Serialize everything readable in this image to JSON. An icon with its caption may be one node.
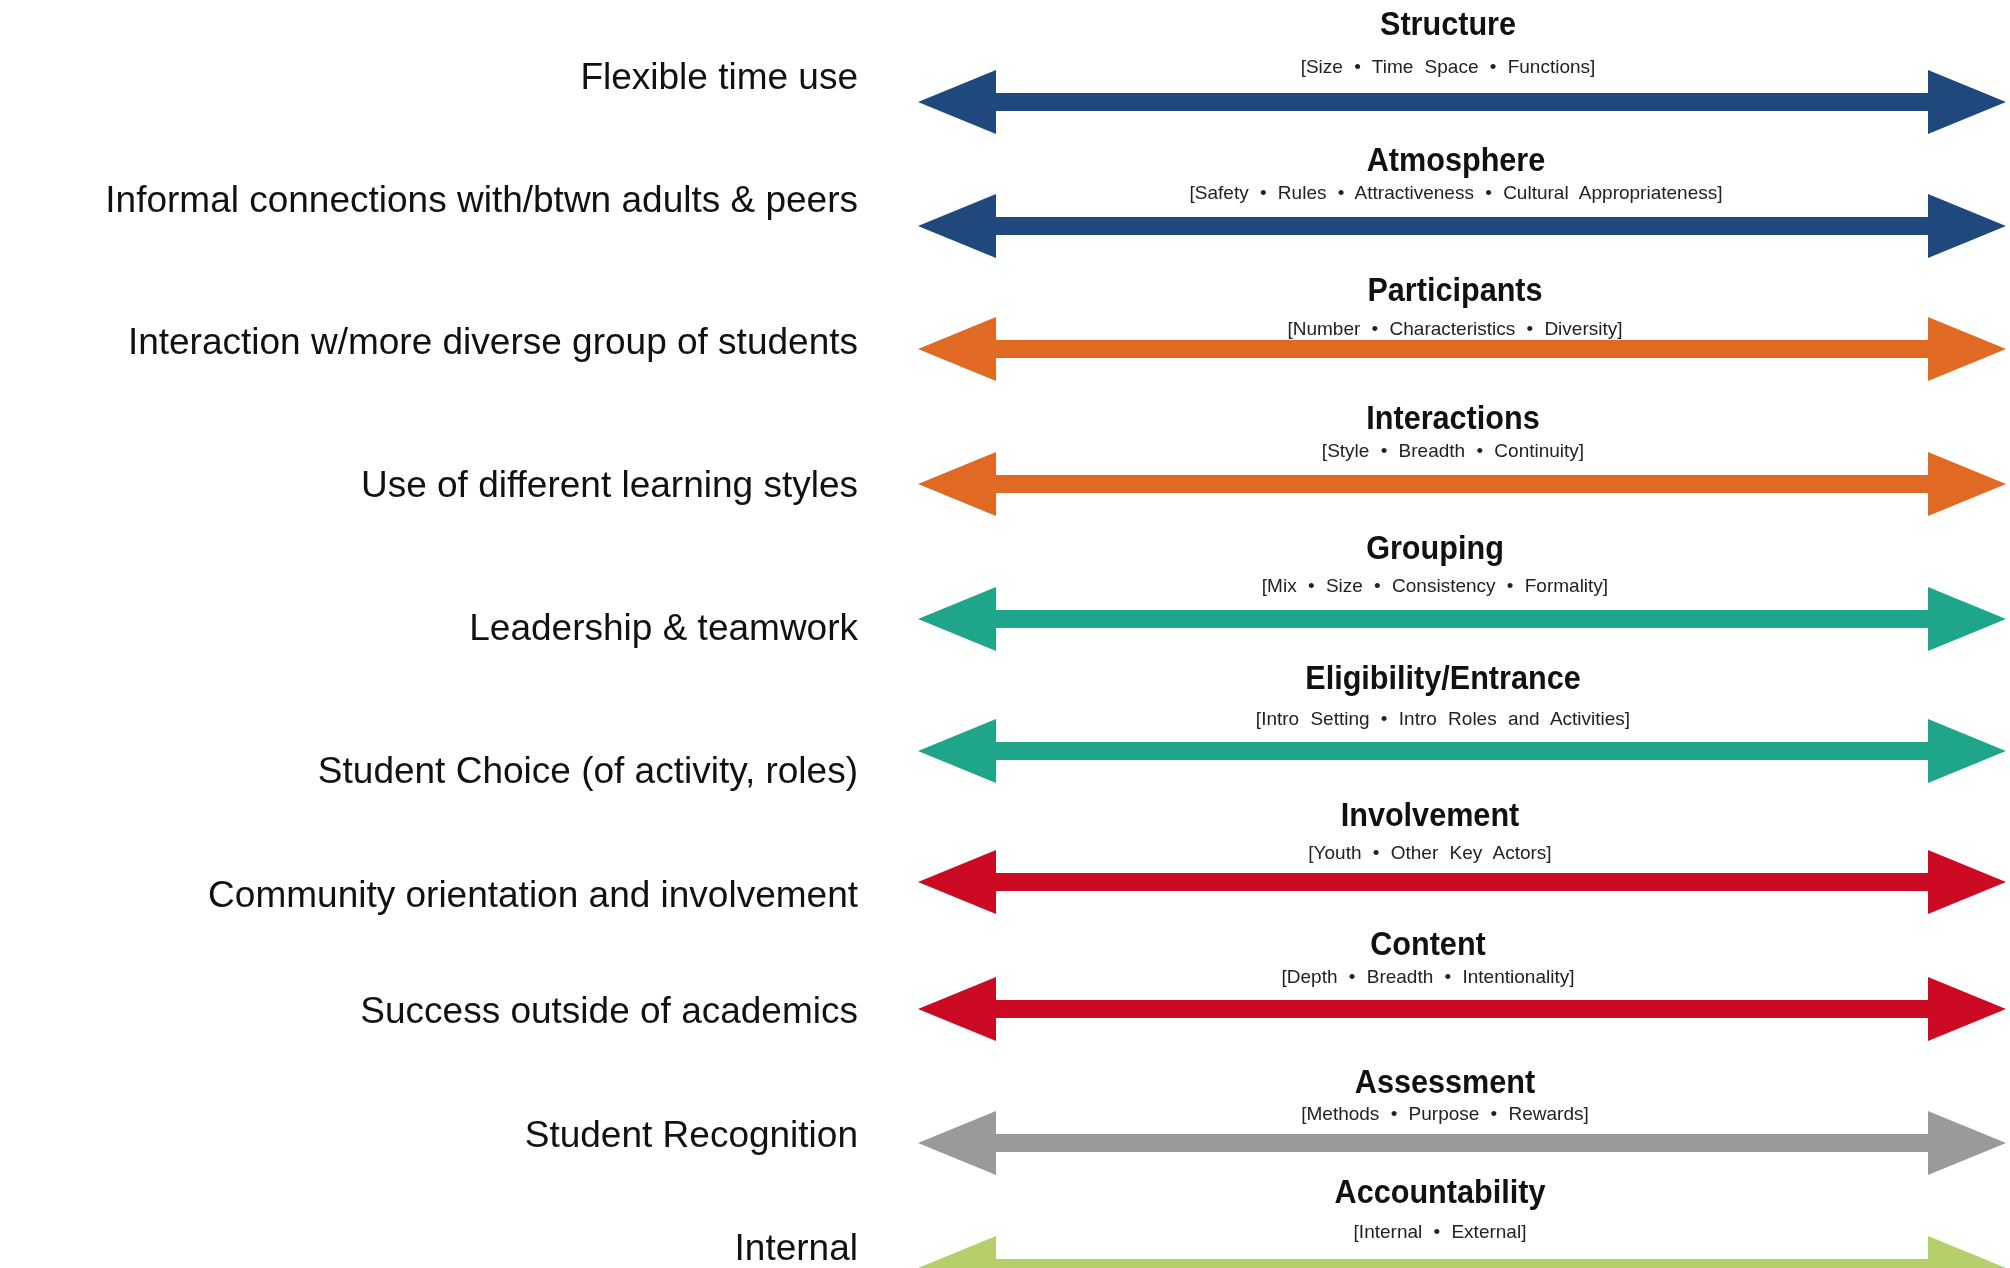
{
  "diagram": {
    "nodes": [
      {
        "text": [
          "Structure",
          "[Size • Time Space • Functions]"
        ]
      },
      {
        "text": [
          "Atmosphere",
          "[Safety • Rules • Attractiveness • Cultural Appropriateness]"
        ]
      },
      {
        "text": [
          "Participants",
          "[Number • Characteristics • Diversity]"
        ]
      },
      {
        "text": [
          "Interactions",
          "[Style • Breadth • Continuity]"
        ]
      },
      {
        "text": [
          "Grouping",
          "[Mix • Size • Consistency • Formality]"
        ]
      },
      {
        "text": [
          "Eligibility/Entrance",
          "[Intro Setting • Intro Roles and Activities]"
        ]
      },
      {
        "text": [
          "Involvement",
          "[Youth • Other Key Actors]"
        ]
      },
      {
        "text": [
          "Content",
          "[Depth • Breadth • Intentionality]"
        ]
      },
      {
        "text": [
          "Assessment",
          "[Methods • Purpose • Rewards]"
        ]
      },
      {
        "text": [
          "Accountability",
          "[Internal • External]"
        ]
      }
    ],
    "labels": [
      "Flexible time use",
      "Informal connections with/btwn adults & peers",
      "Interaction w/more diverse group of students",
      "Use of different learning styles",
      "Leadership & teamwork",
      "Student Choice (of activity, roles)",
      "Community orientation and involvement",
      "Success outside of academics",
      "Student Recognition",
      "Internal"
    ]
  }
}
